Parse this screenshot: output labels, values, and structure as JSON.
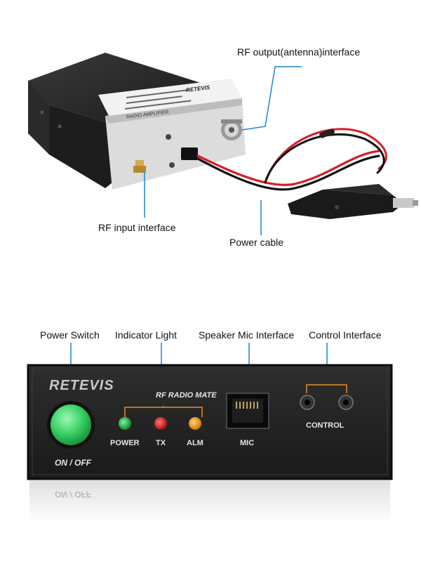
{
  "top_section": {
    "callouts": {
      "rf_output": "RF output(antenna)interface",
      "rf_input": "RF input interface",
      "power_cable": "Power cable"
    },
    "device_label": {
      "brand": "RETEVIS",
      "title": "RADIO AMPLIFIER"
    }
  },
  "bottom_section": {
    "callouts": {
      "power_switch": "Power Switch",
      "indicator_light": "Indicator Light",
      "speaker_mic": "Speaker Mic Interface",
      "control": "Control Interface"
    },
    "panel": {
      "brand": "RETEVIS",
      "model": "RF RADIO MATE",
      "switch_label": "ON / OFF",
      "mic_label": "MIC",
      "control_label": "CONTROL",
      "leds": [
        {
          "label": "POWER",
          "color": "#1fae3a"
        },
        {
          "label": "TX",
          "color": "#e0161b"
        },
        {
          "label": "ALM",
          "color": "#f29a12"
        }
      ]
    },
    "reflection_text": "ON / OFF"
  },
  "colors": {
    "callout_line": "#1a84d6",
    "panel_bracket": "#f08a1c",
    "device_body": "#222222",
    "switch_green": "#3ed66a"
  }
}
